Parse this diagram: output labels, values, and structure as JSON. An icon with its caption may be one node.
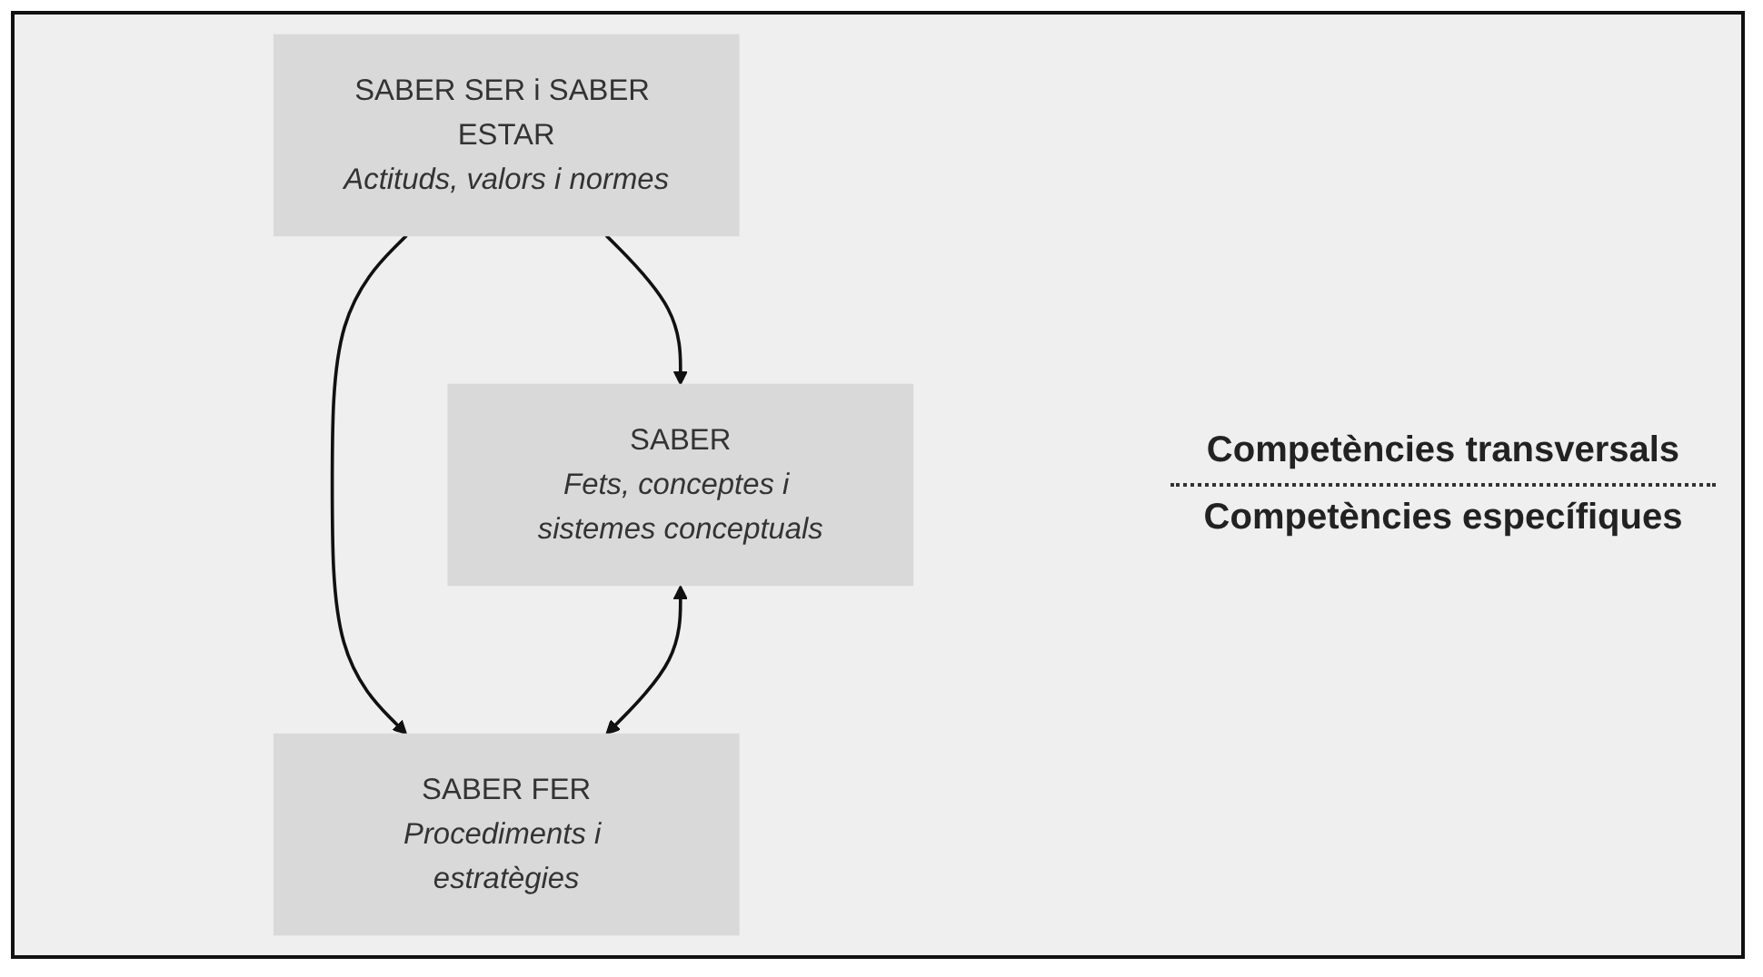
{
  "diagram": {
    "nodes": [
      {
        "text": [
          "SABER SER i SABER ESTAR",
          "Actituds, valors i normes"
        ]
      },
      {
        "text": [
          "SABER",
          "Fets, conceptes i sistemes conceptuals"
        ]
      },
      {
        "text": [
          "SABER FER",
          "Procediments i estratègies"
        ]
      }
    ],
    "edges": [
      {
        "from": 0,
        "to": 1,
        "arrow": "to"
      },
      {
        "from": 0,
        "to": 2,
        "arrow": "to"
      },
      {
        "from": 1,
        "to": 2,
        "arrow": "both"
      }
    ],
    "labels": [
      "Competències transversals",
      "Competències específiques"
    ]
  }
}
